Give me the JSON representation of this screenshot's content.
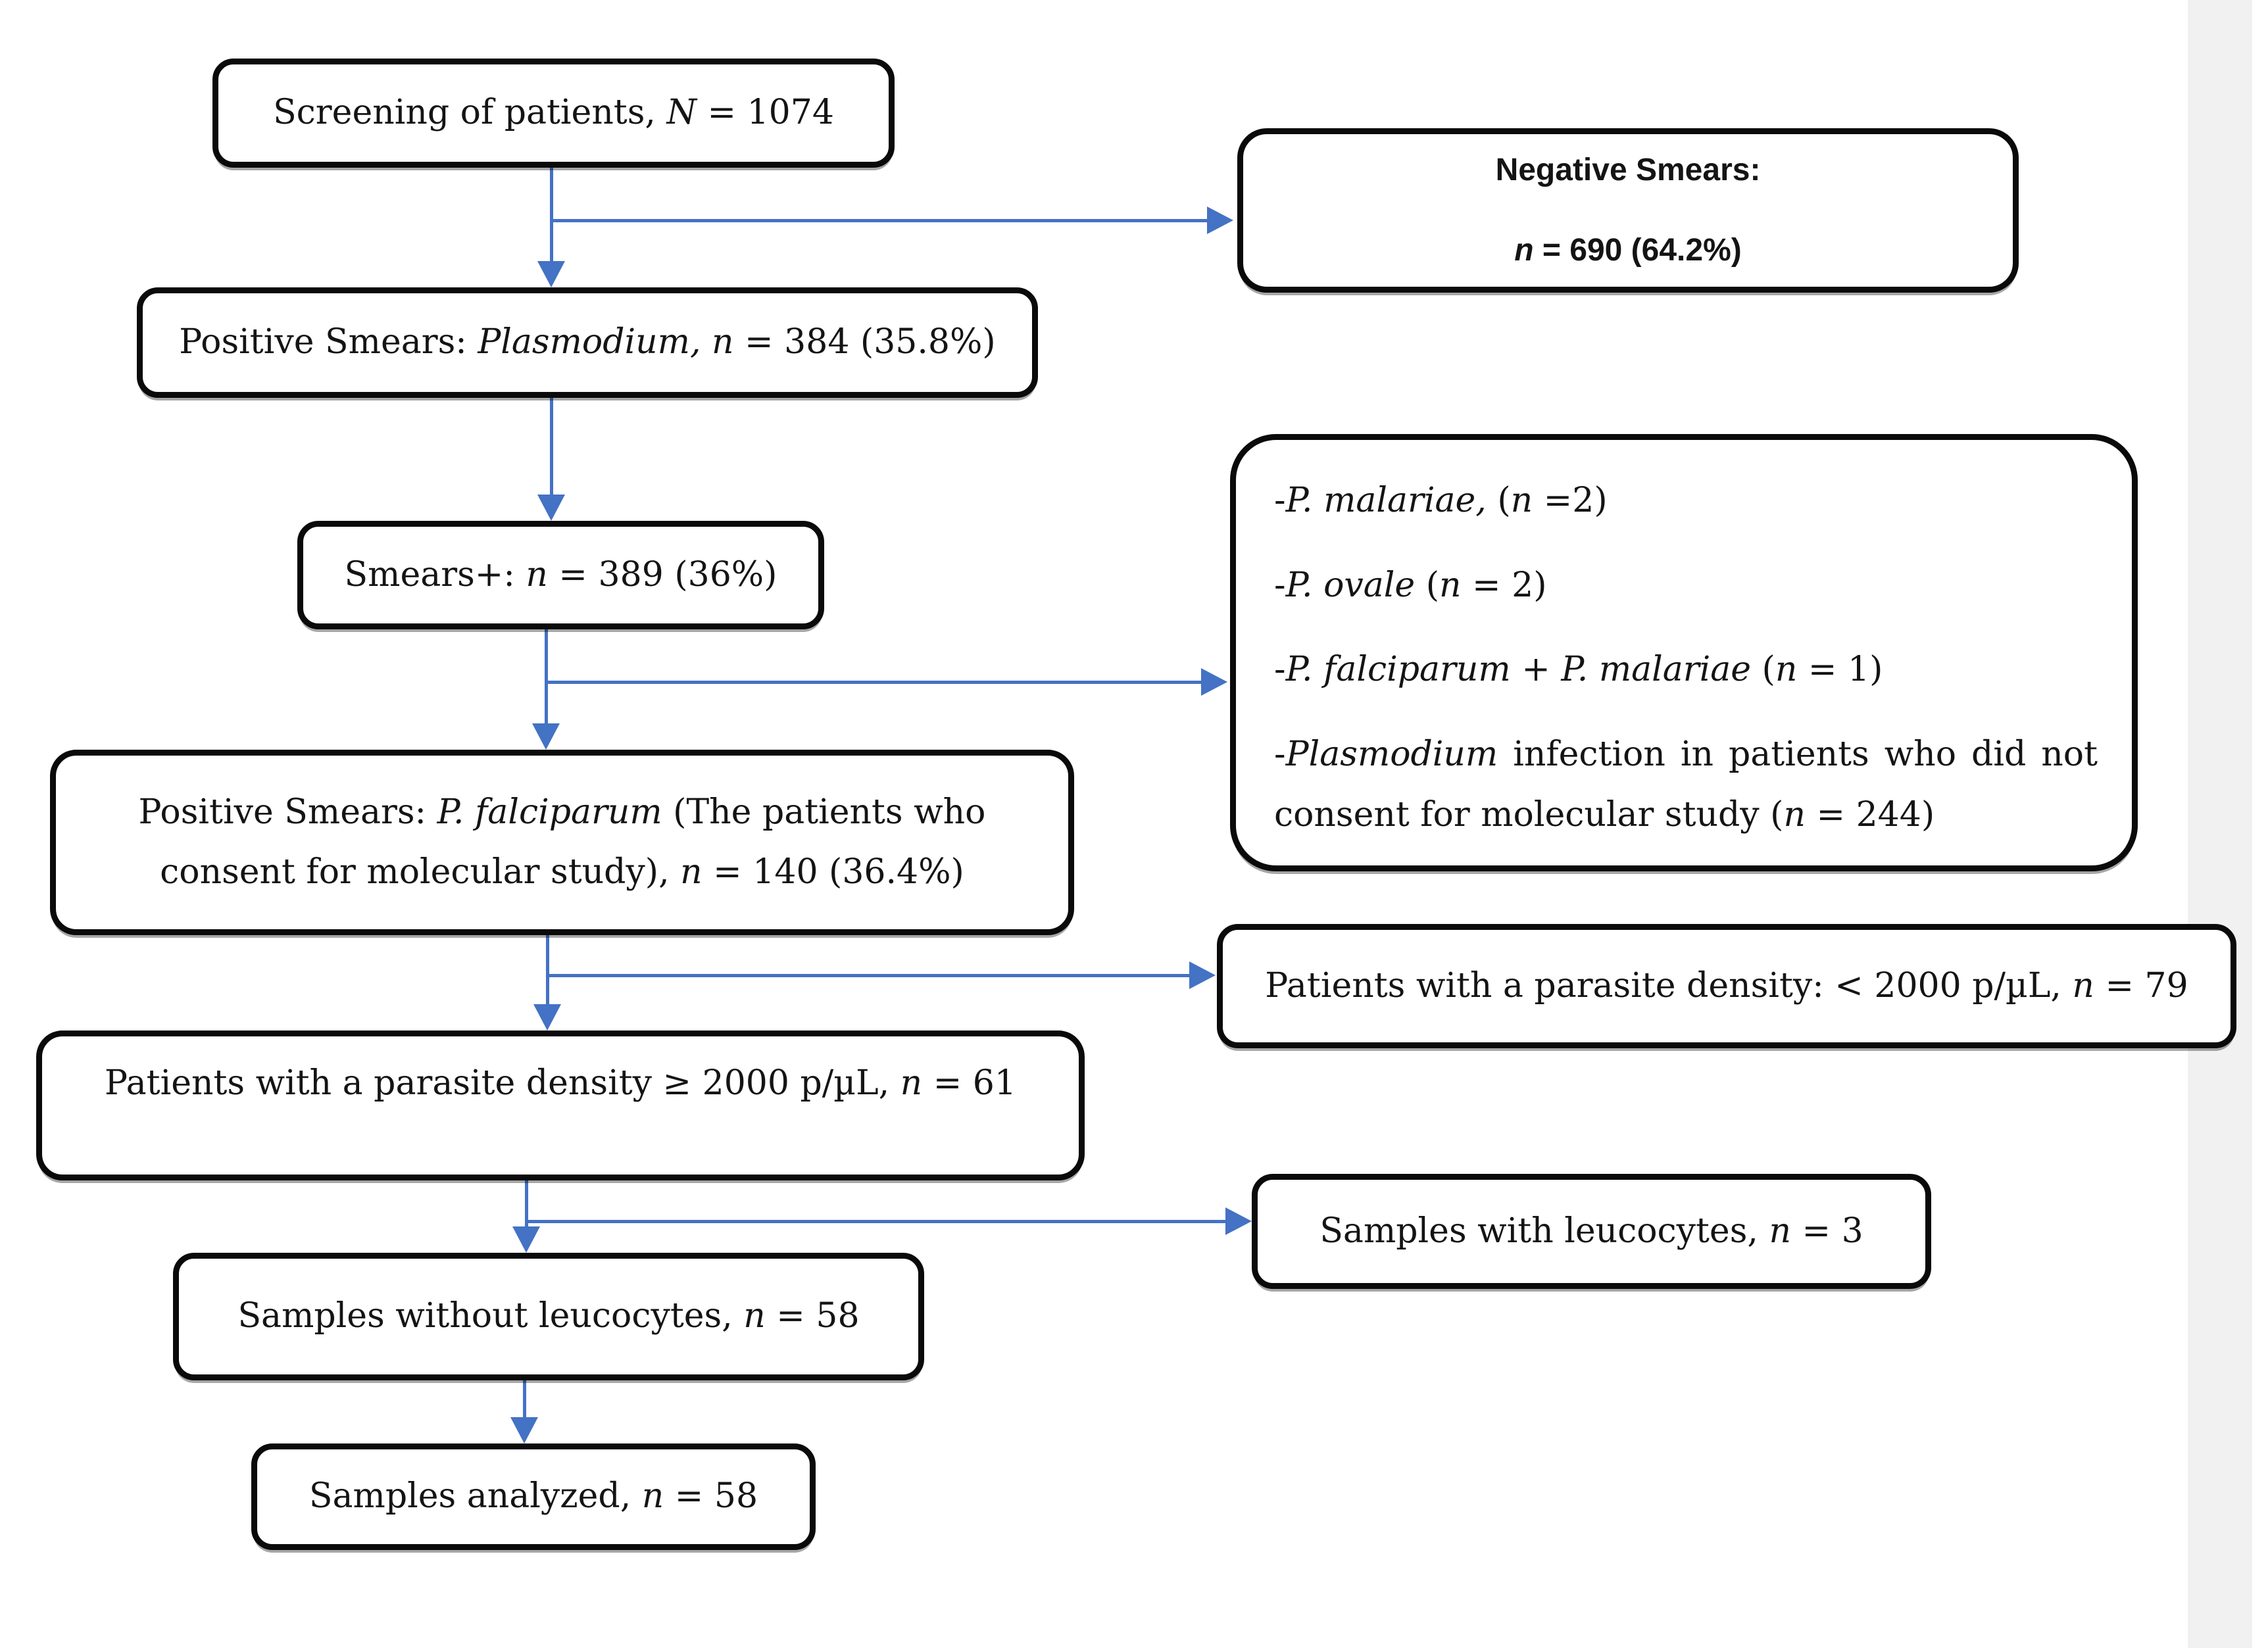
{
  "figure": {
    "type": "flow-diagram",
    "description": "Patient screening flowchart for malaria molecular study"
  },
  "colors": {
    "background": "#ffffff",
    "box_border": "#0a0a0a",
    "arrow_blue": "#4472c4",
    "side_strip_gray": "#f1f1f2",
    "text": "#141414"
  },
  "nodes": {
    "screening": {
      "segments": [
        {
          "t": "Screening of patients, "
        },
        {
          "t": "N"
        },
        {
          "t": " = 1074"
        }
      ]
    },
    "negative": {
      "line1": [
        {
          "t": "Negative Smears:"
        }
      ],
      "line2": [
        {
          "t": "n "
        },
        {
          "t": "= 690 (64.2%)"
        }
      ]
    },
    "positive": {
      "segments": [
        {
          "t": "Positive Smears: "
        },
        {
          "t": "Plasmodium, "
        },
        {
          "t": "n"
        },
        {
          "t": " = 384 (35.8%)"
        }
      ]
    },
    "smears_plus": {
      "segments": [
        {
          "t": "Smears+: "
        },
        {
          "t": "n"
        },
        {
          "t": " = 389 (36%)"
        }
      ]
    },
    "other_species": {
      "entry1": [
        {
          "t": "-"
        },
        {
          "t": "P. malariae, "
        },
        {
          "t": "("
        },
        {
          "t": "n"
        },
        {
          "t": " =2)"
        }
      ],
      "entry2": [
        {
          "t": "-"
        },
        {
          "t": "P. ovale "
        },
        {
          "t": "("
        },
        {
          "t": "n"
        },
        {
          "t": " = 2)"
        }
      ],
      "entry3": [
        {
          "t": "-"
        },
        {
          "t": "P. falciparum"
        },
        {
          "t": " + "
        },
        {
          "t": "P. malariae"
        },
        {
          "t": " ("
        },
        {
          "t": "n"
        },
        {
          "t": " = 1)"
        }
      ],
      "entry4": [
        {
          "t": "-"
        },
        {
          "t": "Plasmodium"
        },
        {
          "t": " infection in patients who did not consent for molecular study ("
        },
        {
          "t": "n"
        },
        {
          "t": " = 244)"
        }
      ]
    },
    "falciparum_consent": {
      "segments": [
        {
          "t": "Positive Smears: "
        },
        {
          "t": "P. falciparum"
        },
        {
          "t": " (The patients who consent for molecular study), "
        },
        {
          "t": "n"
        },
        {
          "t": " = 140 (36.4%)"
        }
      ]
    },
    "low_density": {
      "segments": [
        {
          "t": "Patients with a parasite density: < 2000 p/µL, "
        },
        {
          "t": "n"
        },
        {
          "t": " = 79"
        }
      ]
    },
    "high_density": {
      "segments": [
        {
          "t": "Patients with a parasite density ≥ 2000 p/µL, "
        },
        {
          "t": "n"
        },
        {
          "t": " = 61"
        }
      ]
    },
    "with_leucocytes": {
      "segments": [
        {
          "t": "Samples with leucocytes, "
        },
        {
          "t": "n"
        },
        {
          "t": " = 3"
        }
      ]
    },
    "without_leucocytes": {
      "segments": [
        {
          "t": "Samples without leucocytes, "
        },
        {
          "t": "n"
        },
        {
          "t": " = 58"
        }
      ]
    },
    "analyzed": {
      "segments": [
        {
          "t": "Samples analyzed, "
        },
        {
          "t": "n"
        },
        {
          "t": " = 58"
        }
      ]
    }
  }
}
